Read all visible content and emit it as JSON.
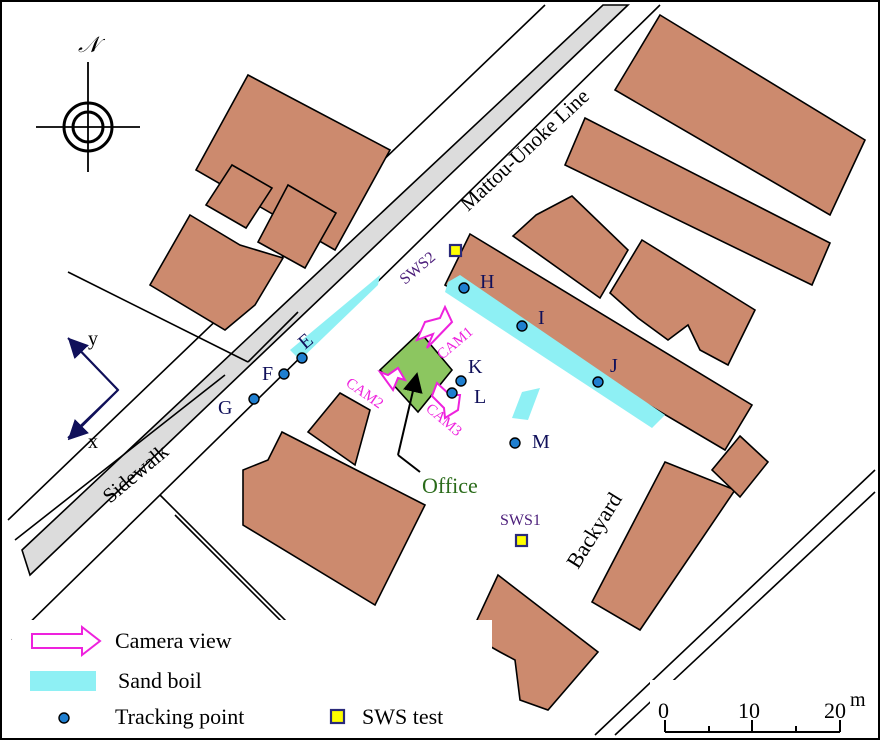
{
  "north_symbol": "𝒩",
  "road_labels": {
    "railway": "Mattou-Unoke Line",
    "sidewalk": "Sidewalk",
    "backyard": "Backyard"
  },
  "office_label": "Office",
  "axes": {
    "y": "y",
    "x": "x"
  },
  "tracking_points": [
    "H",
    "I",
    "J",
    "K",
    "L",
    "M",
    "E",
    "F",
    "G"
  ],
  "sws_points": [
    "SWS1",
    "SWS2"
  ],
  "cameras": [
    "CAM1",
    "CAM2",
    "CAM3"
  ],
  "legend": {
    "camera_view": "Camera view",
    "sand_boil": "Sand boil",
    "tracking_point": "Tracking point",
    "sws_test": "SWS test"
  },
  "scale_bar": {
    "ticks": [
      "0",
      "10",
      "20"
    ],
    "unit": "m"
  },
  "colors": {
    "building": "#cc8a6e",
    "office": "#8cc660",
    "sand_boil": "#8ef0f4",
    "road": "#dcdcdc",
    "tracking_point": "#1f7fd0",
    "sws": "#ffff00",
    "camera": "#ee22dd",
    "label_navy": "#10105a"
  }
}
